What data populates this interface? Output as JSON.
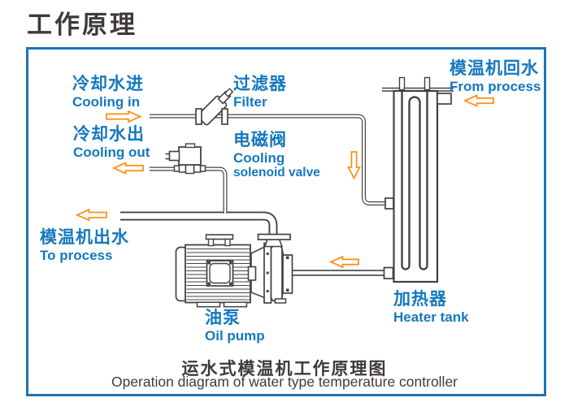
{
  "page": {
    "title": "工作原理"
  },
  "diagram": {
    "labels": {
      "cooling_in": {
        "zh": "冷却水进",
        "en": "Cooling in"
      },
      "filter": {
        "zh": "过滤器",
        "en": "Filter"
      },
      "cooling_out": {
        "zh": "冷却水出",
        "en": "Cooling out"
      },
      "solenoid_valve": {
        "zh": "电磁阀",
        "en1": "Cooling",
        "en2": "solenoid valve"
      },
      "from_process": {
        "zh": "模温机回水",
        "en": "From process"
      },
      "to_process": {
        "zh": "模温机出水",
        "en": "To process"
      },
      "oil_pump": {
        "zh": "油泵",
        "en": "Oil pump"
      },
      "heater_tank": {
        "zh": "加热器",
        "en": "Heater tank"
      }
    },
    "caption": {
      "zh": "运水式模温机工作原理图",
      "en": "Operation diagram of water type temperature controller"
    },
    "colors": {
      "label_blue": "#1478BF",
      "arrow_orange": "#F7941D",
      "line_dark": "#454140",
      "frame_blue": "#1E73B7",
      "title_dark": "#3E3A39"
    }
  }
}
